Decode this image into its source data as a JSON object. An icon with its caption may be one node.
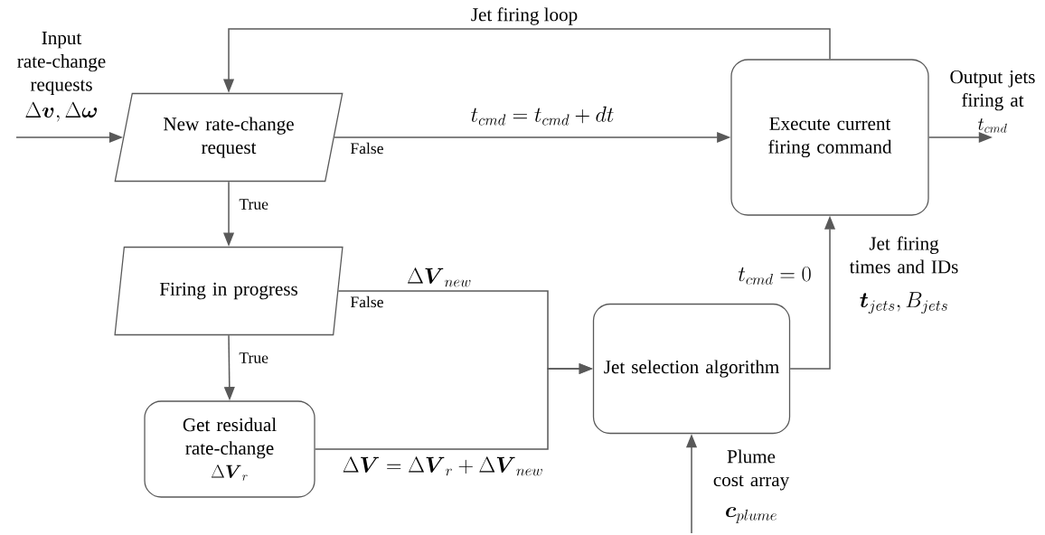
{
  "diagram": {
    "nodes": [
      {
        "text": [
          "New rate-change request"
        ]
      },
      {
        "text": [
          "Firing in progress"
        ]
      },
      {
        "text": [
          "Get residual rate-change",
          "\\Delta \\boldsymbol{V}_{r}"
        ]
      },
      {
        "text": [
          "Jet selection algorithm"
        ]
      },
      {
        "text": [
          "Execute current firing command"
        ]
      },
      {
        "text": [
          "Output jets firing at",
          "t_{cmd}"
        ]
      }
    ],
    "edges": [
      {
        "from": 0,
        "to": 4,
        "arrow": "to",
        "label": "False"
      },
      {
        "from": 0,
        "to": 1,
        "arrow": "to",
        "label": "True"
      },
      {
        "from": 1,
        "to": 3,
        "arrow": "to",
        "label": "False"
      },
      {
        "from": 1,
        "to": 2,
        "arrow": "to",
        "label": "True"
      },
      {
        "from": 2,
        "to": 3,
        "arrow": "to"
      },
      {
        "from": 3,
        "to": 4,
        "arrow": "to"
      },
      {
        "from": 4,
        "to": 0,
        "arrow": "to",
        "label": "Jet firing loop"
      },
      {
        "from": null,
        "to": 0,
        "arrow": "to"
      },
      {
        "from": 4,
        "to": 5,
        "arrow": "to"
      },
      {
        "from": null,
        "to": 3,
        "arrow": "to"
      }
    ],
    "labels": [
      "Input rate-change requests",
      "\\Delta \\boldsymbol{v}, \\Delta \\boldsymbol{\\omega}",
      "t_{cmd} = t_{cmd} + dt",
      "\\Delta \\boldsymbol{V}_{new}",
      "t_{cmd} = 0",
      "Jet firing times and IDs",
      "\\boldsymbol{t}_{jets}, B_{jets}",
      "\\Delta \\boldsymbol{V} = \\Delta \\boldsymbol{V}_{r} + \\Delta \\boldsymbol{V}_{new}",
      "Plume cost array",
      "\\boldsymbol{c}_{plume}"
    ]
  }
}
